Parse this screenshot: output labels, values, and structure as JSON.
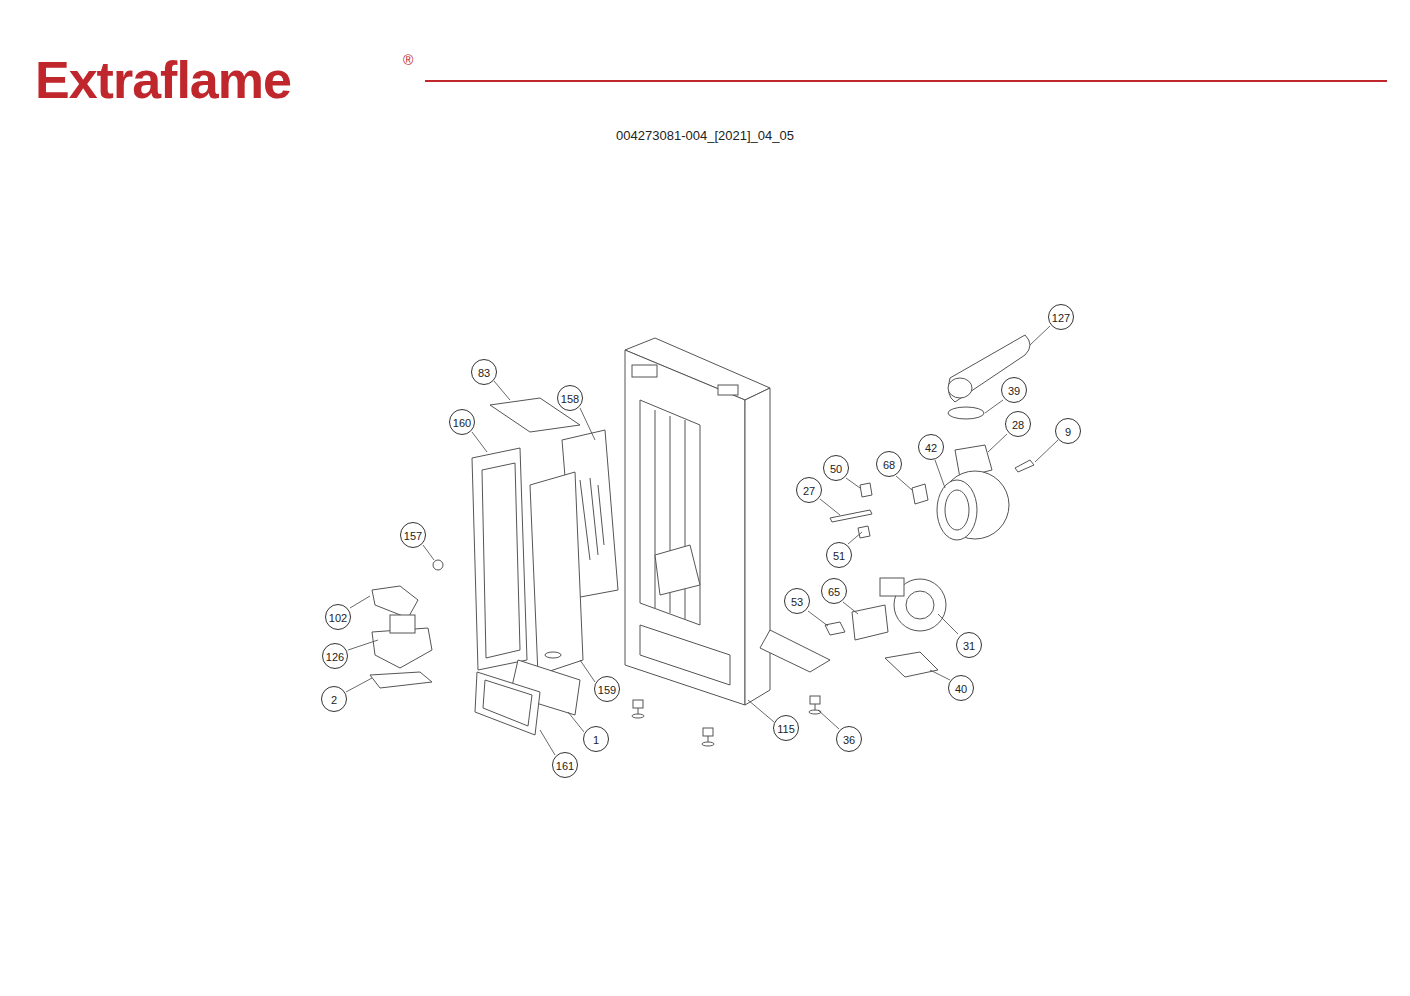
{
  "diagram": {
    "labels": [
      "Extraflame",
      "®",
      "004273081-004_[2021]_04_05",
      "83",
      "158",
      "160",
      "157",
      "102",
      "126",
      "2",
      "159",
      "1",
      "161",
      "115",
      "36",
      "127",
      "39",
      "28",
      "9",
      "42",
      "68",
      "50",
      "27",
      "51",
      "53",
      "65",
      "31",
      "40"
    ]
  }
}
